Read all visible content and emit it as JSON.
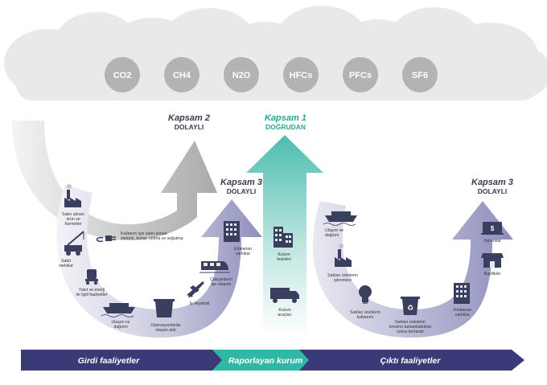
{
  "gases": [
    "CO2",
    "CH4",
    "N2O",
    "HFCs",
    "PFCs",
    "SF6"
  ],
  "scope2": {
    "title": "Kapsam 2",
    "subtitle": "DOLAYLI"
  },
  "scope1": {
    "title": "Kapsam 1",
    "subtitle": "DOĞRUDAN"
  },
  "scope3_left": {
    "title": "Kapsam 3",
    "subtitle": "DOLAYLI"
  },
  "scope3_right": {
    "title": "Kapsam 3",
    "subtitle": "DOLAYLI"
  },
  "energy_text": [
    "Kullanım için satın alınan",
    "elektrik, buhar, ısıtma ve soğutma"
  ],
  "upstream_items": [
    {
      "name": "purchased-goods",
      "lines": [
        "Satın alınan",
        "ürün ve",
        "hizmetler"
      ]
    },
    {
      "name": "capital-goods",
      "lines": [
        "Sabit",
        "varlıklar"
      ]
    },
    {
      "name": "fuel-energy",
      "lines": [
        "Yakıt ve enerji",
        "ile ilgili faaliyetler"
      ]
    },
    {
      "name": "transport-up",
      "lines": [
        "Ulaşım ve",
        "dağıtım"
      ]
    },
    {
      "name": "waste",
      "lines": [
        "Operasyonlarda",
        "oluşan atık"
      ]
    },
    {
      "name": "business-travel",
      "lines": [
        "İş seyahati"
      ]
    },
    {
      "name": "commuting",
      "lines": [
        "Çalışanların",
        "işe ulaşımı"
      ]
    },
    {
      "name": "leased-up",
      "lines": [
        "Kiralanan",
        "varlıklar"
      ]
    }
  ],
  "company_items": [
    {
      "name": "facilities",
      "lines": [
        "Kurum",
        "tesisleri"
      ]
    },
    {
      "name": "vehicles",
      "lines": [
        "Kurum",
        "araçları"
      ]
    }
  ],
  "downstream_items": [
    {
      "name": "transport-down",
      "lines": [
        "Ulaşım ve",
        "dağıtım"
      ]
    },
    {
      "name": "processing",
      "lines": [
        "Satılan ürünlerin",
        "işlenmesi"
      ]
    },
    {
      "name": "use-of-products",
      "lines": [
        "Satılan ürünlerin",
        "kullanımı"
      ]
    },
    {
      "name": "end-of-life",
      "lines": [
        "Satılan ürünlerin",
        "ömrünü tamamladıktan",
        "sonra bertarafı"
      ]
    },
    {
      "name": "leased-down",
      "lines": [
        "Kiralanan",
        "varlıklar"
      ]
    },
    {
      "name": "franchises",
      "lines": [
        "Bayilikler"
      ]
    },
    {
      "name": "investments",
      "lines": [
        "Yatırımlar"
      ]
    }
  ],
  "band": {
    "upstream": "Girdi faaliyetler",
    "company": "Raporlayan kurum",
    "downstream": "Çıktı faaliyetler"
  },
  "colors": {
    "cloud": "#e9e9e9",
    "gas_circle": "#b3b3b3",
    "scope2_arrow": "#b8b9bb",
    "scope1_arrow": "#6cc7bd",
    "scope3_arrow": "#9c9cc3",
    "band_dark": "#3a3a78",
    "band_teal": "#2fb8a6",
    "icon": "#3b3f5e"
  }
}
